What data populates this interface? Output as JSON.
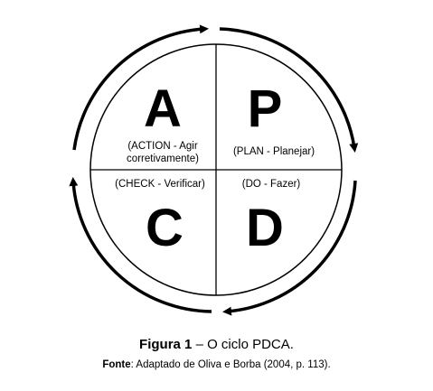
{
  "diagram": {
    "quadrants": {
      "a": {
        "letter": "A",
        "line1": "(ACTION - Agir",
        "line2": "corretivamente)"
      },
      "p": {
        "letter": "P",
        "line1": "(PLAN - Planejar)"
      },
      "c": {
        "letter": "C",
        "line1": "(CHECK - Verificar)"
      },
      "d": {
        "letter": "D",
        "line1": "(DO - Fazer)"
      }
    },
    "cycle_direction": "clockwise"
  },
  "caption": {
    "figure_label": "Figura 1",
    "figure_title": " – O ciclo PDCA."
  },
  "source": {
    "label": "Fonte",
    "text": ": Adaptado de Oliva e Borba (2004, p. 113)."
  },
  "colors": {
    "ink": "#000000",
    "background": "#ffffff"
  }
}
